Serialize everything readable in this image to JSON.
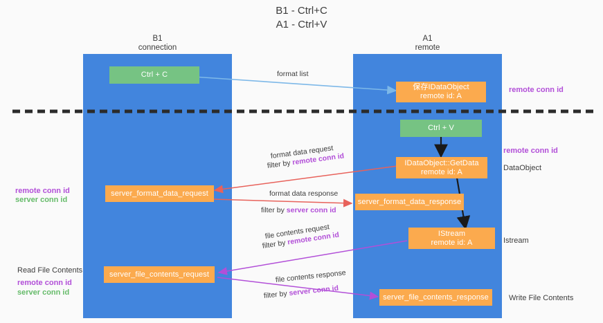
{
  "title": "B1 - Ctrl+C\nA1 - Ctrl+V",
  "columns": [
    {
      "name": "B1",
      "subtitle": "connection",
      "header_text": "B1\nconnection"
    },
    {
      "name": "A1",
      "subtitle": "remote",
      "header_text": "A1\nremote"
    }
  ],
  "nodes": {
    "ctrl_c": {
      "label": "Ctrl + C",
      "color": "#76c383"
    },
    "ctrl_v": {
      "label": "Ctrl + V",
      "color": "#76c383"
    },
    "remote_dataobject": {
      "line1": "保存IDataObject",
      "line2": "remote id: A",
      "color": "#fbaa4e"
    },
    "getdata": {
      "line1": "IDataObject::GetData",
      "line2": "remote id: A",
      "color": "#fbaa4e"
    },
    "server_format_data_request": {
      "label": "server_format_data_request",
      "color": "#fbaa4e"
    },
    "server_format_data_response": {
      "label": "server_format_data_response",
      "color": "#fbaa4e"
    },
    "istream": {
      "line1": "IStream",
      "line2": "remote id: A",
      "color": "#fbaa4e"
    },
    "server_file_contents_request": {
      "label": "server_file_contents_request",
      "color": "#fbaa4e"
    },
    "server_file_contents_response": {
      "label": "server_file_contents_response",
      "color": "#fbaa4e"
    }
  },
  "edges": {
    "format_list": {
      "label": "format list",
      "color": "#7db8e8"
    },
    "format_data_request": {
      "line1": "format data request",
      "filter_prefix": "filter by ",
      "filter_key": "remote conn id",
      "color": "#e8625b"
    },
    "format_data_response": {
      "line1": "format data response",
      "filter_prefix": "filter by ",
      "filter_key": "server conn id",
      "color": "#e8625b"
    },
    "file_contents_request": {
      "line1": "file contents request",
      "filter_prefix": "filter by ",
      "filter_key": "remote conn id",
      "color": "#b24fd8"
    },
    "file_contents_response": {
      "line1": "file contents response",
      "filter_prefix": "filter by ",
      "filter_key": "server conn id",
      "color": "#b24fd8"
    }
  },
  "annotations": {
    "right_remote_conn_top": "remote conn id",
    "right_remote_conn_mid": "remote conn id",
    "right_dataobject": "DataObject",
    "right_istream": "Istream",
    "right_write_file_contents": "Write File Contents",
    "left_remote_conn_id": "remote conn id",
    "left_server_conn_id": "server conn id",
    "left_read_file_contents": "Read File Contents",
    "left_bottom_remote_conn_id": "remote conn id",
    "left_bottom_server_conn_id": "server conn id"
  },
  "colors": {
    "lane": "#4285dd",
    "green_node": "#76c383",
    "orange_node": "#fbaa4e",
    "divider": "#2b2b2b",
    "red_arrow": "#e8625b",
    "blue_arrow": "#7db8e8",
    "purple_arrow": "#b24fd8",
    "black_arrow": "#1a1a1a",
    "keyword_purple": "#b24fd8",
    "keyword_green": "#66bb6a",
    "background": "#fafafa"
  }
}
